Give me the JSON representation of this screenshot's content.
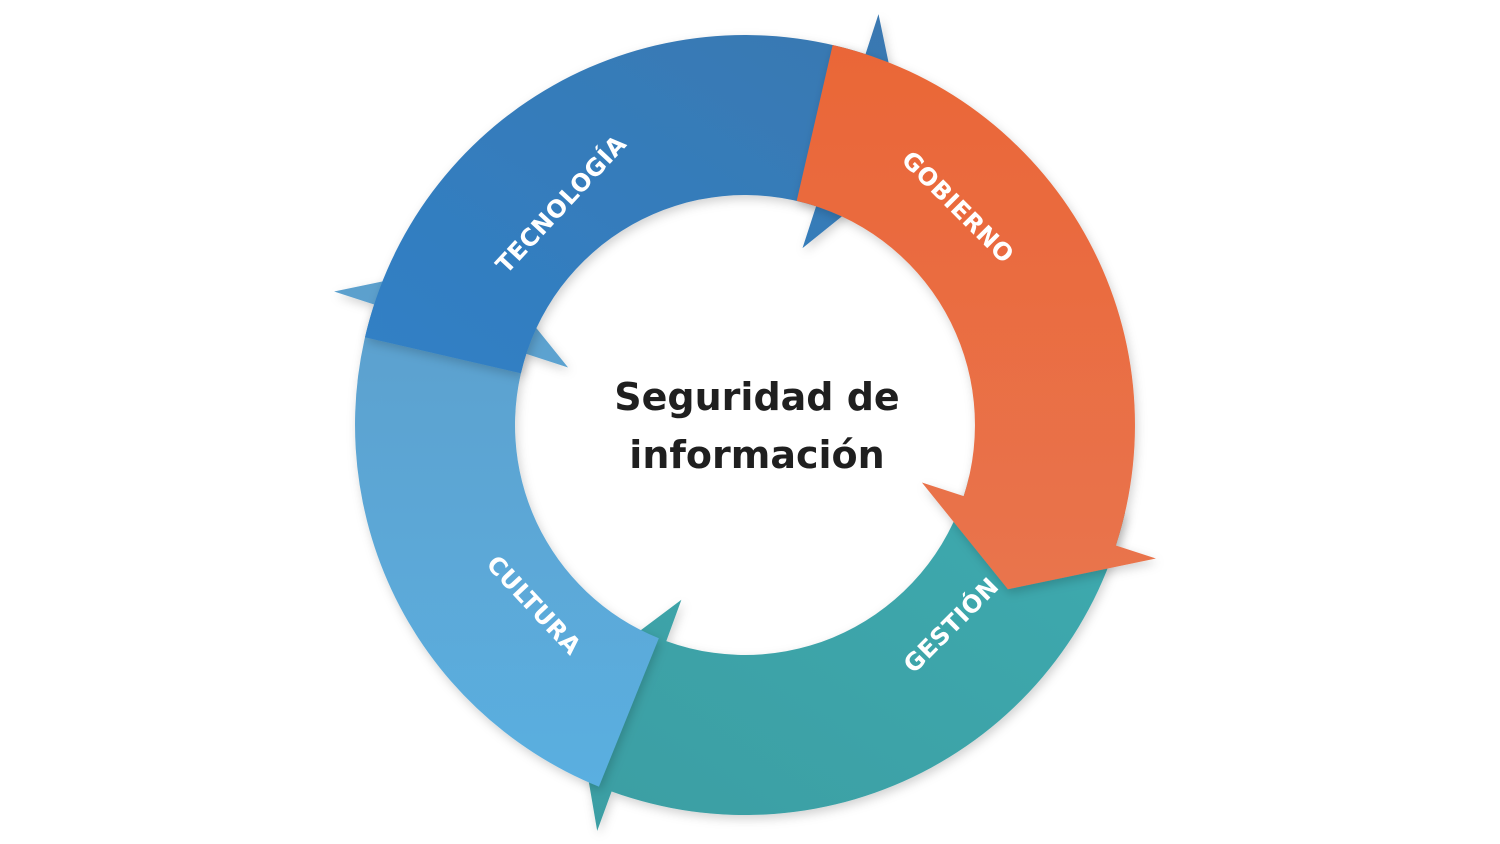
{
  "center": {
    "line1": "Seguridad de",
    "line2": "información"
  },
  "segments": [
    {
      "label": "TECNOLOGÍA",
      "color": "#3682c3"
    },
    {
      "label": "GOBIERNO",
      "color": "#e96a3f"
    },
    {
      "label": "GESTIÓN",
      "color": "#3ea7ad"
    },
    {
      "label": "CULTURA",
      "color": "#5aa9da"
    }
  ]
}
